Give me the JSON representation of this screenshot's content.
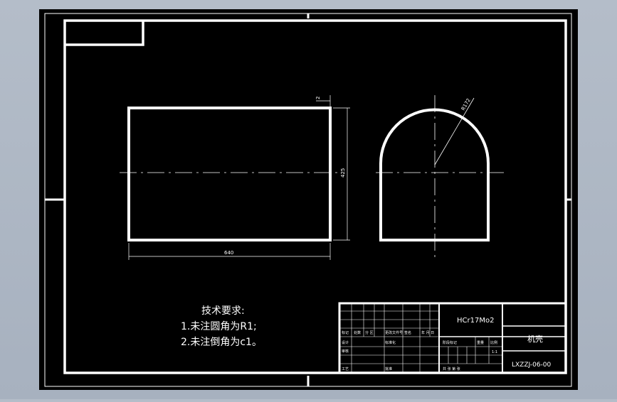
{
  "drawing": {
    "dim_top_gap": "2",
    "dim_height": "425",
    "dim_width": "640",
    "dim_radius": "R172"
  },
  "notes": {
    "heading": "技术要求:",
    "line1": "1.未注圆角为R1;",
    "line2": "2.未注倒角为c1。"
  },
  "title_block": {
    "material": "HCr17Mo2",
    "part_name": "机壳",
    "drawing_no": "LXZZJ-06-00",
    "mark": "标记",
    "count": "处数",
    "zone": "分 区",
    "change_doc": "更改文件号",
    "signature": "签名",
    "date": "年 月 日",
    "designer": "设计",
    "standardization": "标准化",
    "checker": "审核",
    "process": "工艺",
    "approve": "批准",
    "stage_mark": "阶段标记",
    "weight": "重量",
    "scale": "比例",
    "scale_value": "1:1",
    "sheet": "共   张   第   张"
  },
  "colors": {
    "background": "#000000",
    "frame": "#ffffff",
    "surround": "#aeb7c4"
  }
}
